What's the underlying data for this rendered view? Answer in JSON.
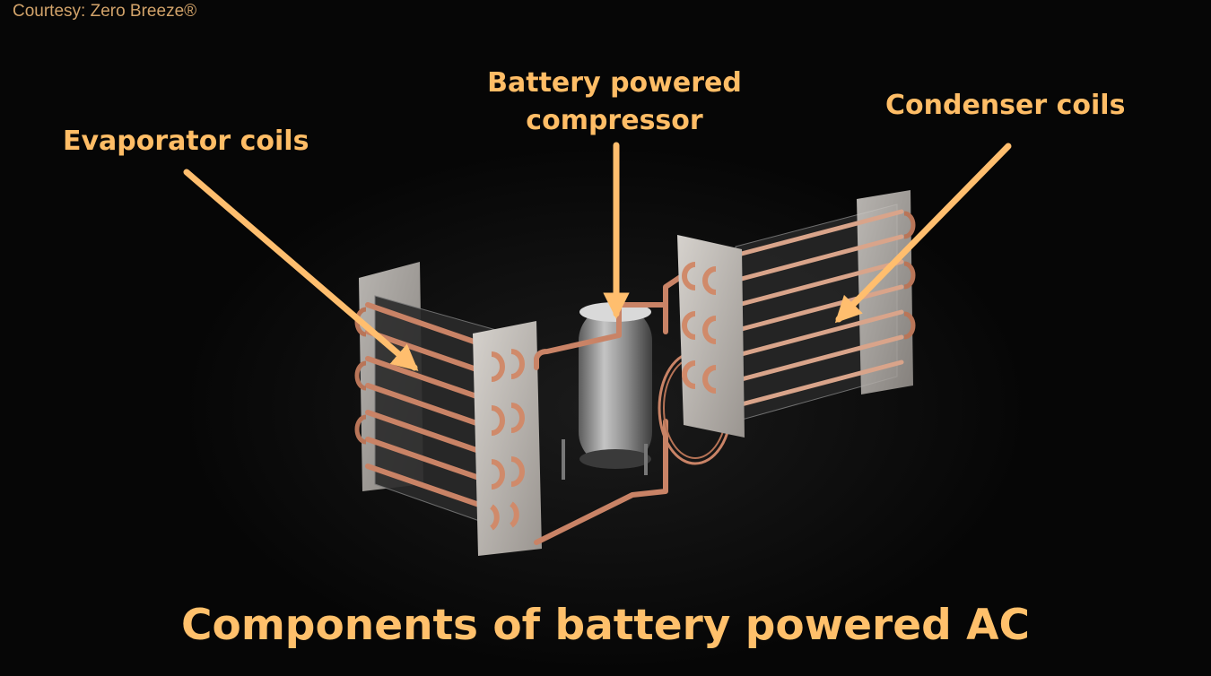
{
  "courtesy": "Courtesy: Zero Breeze®",
  "labels": {
    "evaporator": "Evaporator coils",
    "compressor_line1": "Battery powered",
    "compressor_line2": "compressor",
    "condenser": "Condenser coils"
  },
  "caption": "Components of battery powered AC",
  "colors": {
    "label": "#ffbd66",
    "arrow": "#ffbe6e",
    "copper": "#c98366",
    "fin": "#b9b4ae",
    "background": "#060606"
  }
}
